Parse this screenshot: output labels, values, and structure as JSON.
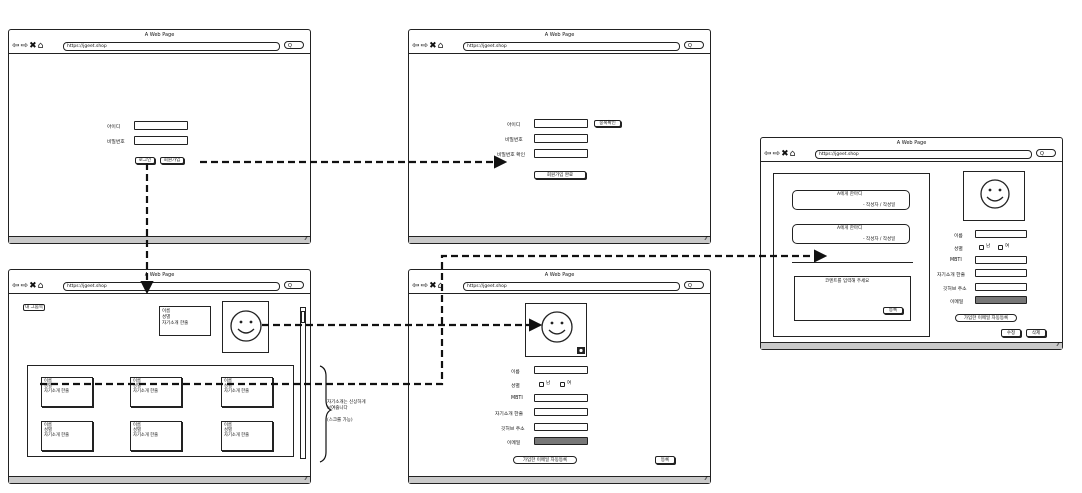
{
  "windows": {
    "title": "A Web Page",
    "url": "https://jgeet.shop",
    "nav_icons": "⇦⇨✖⌂",
    "search_glyph": "Q",
    "corner_glyph": "⁄⁄"
  },
  "login": {
    "id_label": "아이디",
    "pw_label": "비밀번호",
    "login_button": "로그인",
    "signup_button": "회원가입"
  },
  "signup": {
    "id_label": "아이디",
    "pw_label": "비밀번호",
    "pw_confirm_label": "비밀번호 확인",
    "check_button": "중복확인",
    "complete_button": "회원가입 완료"
  },
  "list": {
    "my_page_button": "내 그룹목",
    "profile_lines": [
      "이름",
      "성별",
      "자기소개 한줄"
    ],
    "cards": [
      [
        "이름",
        "성별",
        "자기소개 한줄"
      ],
      [
        "이름",
        "성별",
        "자기소개 한줄"
      ],
      [
        "이름",
        "성별",
        "자기소개 한줄"
      ],
      [
        "이름",
        "성별",
        "자기소개 한줄"
      ],
      [
        "이름",
        "성별",
        "자기소개 한줄"
      ],
      [
        "이름",
        "성별",
        "자기소개 한줄"
      ]
    ],
    "side_note": "자기소개는 신상하게\n보여줍니다",
    "side_note2": "(스크롤 가능)"
  },
  "profile_form": {
    "fields": [
      "이름",
      "성별",
      "MBTI",
      "자기소개 한줄",
      "깃허브 주소",
      "이메일"
    ],
    "gender_options": [
      "남",
      "여"
    ],
    "email_toggle": "가입한 이메일 자동등록",
    "submit_button": "등록"
  },
  "detail": {
    "comments": [
      {
        "title": "A에게 한마디",
        "meta": "- 작성자 / 작성일"
      },
      {
        "title": "A에게 한마디",
        "meta": "- 작성자 / 작성일"
      }
    ],
    "comment_placeholder": "코멘트를 입력해 주세요",
    "comment_submit": "등록",
    "fields": [
      "이름",
      "성별",
      "MBTI",
      "자기소개 한줄",
      "깃허브 주소",
      "이메일"
    ],
    "gender_options": [
      "남",
      "여"
    ],
    "email_toggle": "가입한 이메일 자동등록",
    "edit_button": "수정",
    "delete_button": "삭제"
  }
}
